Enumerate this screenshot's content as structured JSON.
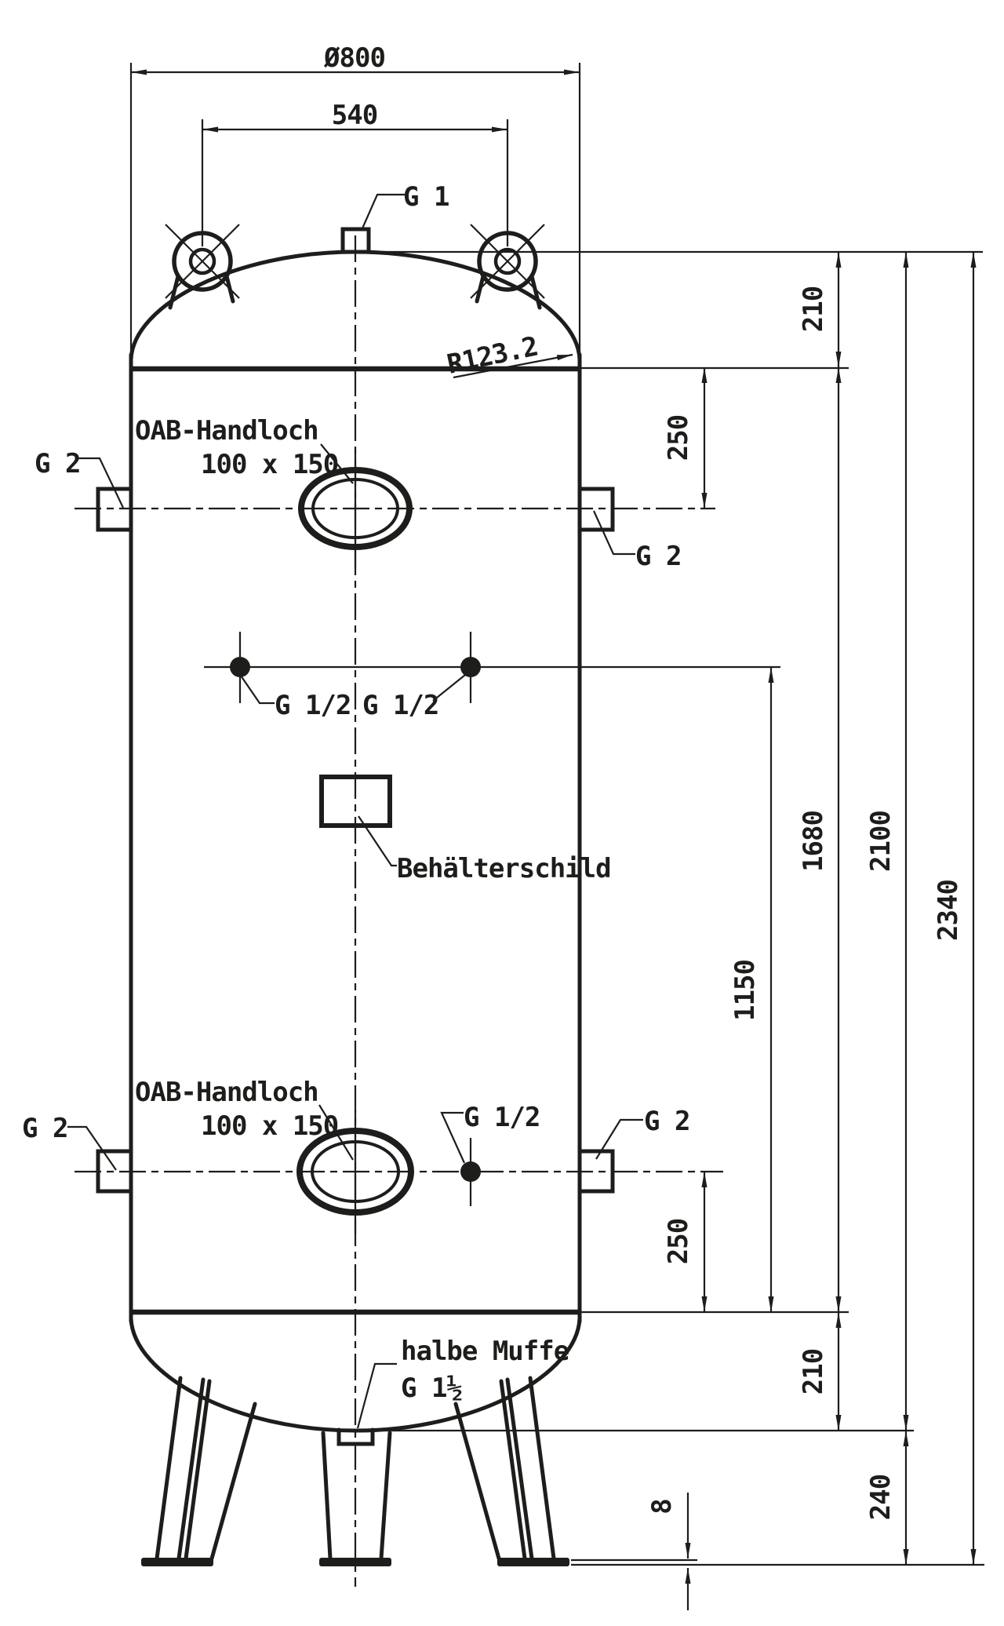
{
  "drawing": {
    "background": "#ffffff",
    "line_color": "#1d1d1b",
    "type": "pressure-vessel technical drawing, front view"
  },
  "dimensions": {
    "diameter": "Ø800",
    "lug_spacing": "540",
    "top_head_height": "210",
    "upper_nozzle_offset": "250",
    "shell_length": "1680",
    "nozzle_to_bottom_seam": "1150",
    "head_to_head": "2100",
    "total_height": "2340",
    "lower_nozzle_offset": "250",
    "bottom_head_height": "210",
    "leg_height": "240",
    "foot_plate_thickness": "8",
    "head_radius": "R123.2"
  },
  "labels": {
    "top_connection": "G 1",
    "upper_handhole_line1": "OAB-Handloch",
    "upper_handhole_line2": "100 x 150",
    "side_left_upper": "G 2",
    "side_right_upper": "G 2",
    "small_nozzle_left": "G 1/2",
    "small_nozzle_right": "G 1/2",
    "nameplate": "Behälterschild",
    "lower_handhole_line1": "OAB-Handloch",
    "lower_handhole_line2": "100 x 150",
    "small_nozzle_lower": "G 1/2",
    "side_left_lower": "G 2",
    "side_right_lower": "G 2",
    "bottom_socket_line1": "halbe Muffe",
    "bottom_socket_line2": "G 1½"
  }
}
